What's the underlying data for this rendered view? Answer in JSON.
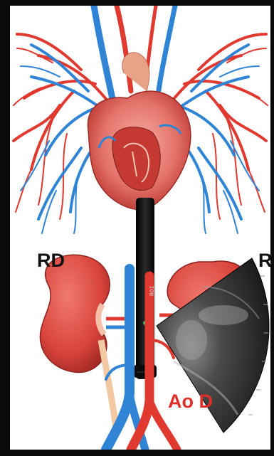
{
  "labels": {
    "right_kidney": "RD",
    "left_kidney": "RI",
    "aorta": "Ao D"
  },
  "probe": {
    "text": "ROI"
  },
  "colors": {
    "artery": "#e0392f",
    "vein": "#2f84d6",
    "kidney": "#d9453e",
    "heart": "#e97b73",
    "aorta_label": "#e02f2a",
    "probe": "#111111",
    "ultrasound_sector": "#1a1a1a"
  }
}
